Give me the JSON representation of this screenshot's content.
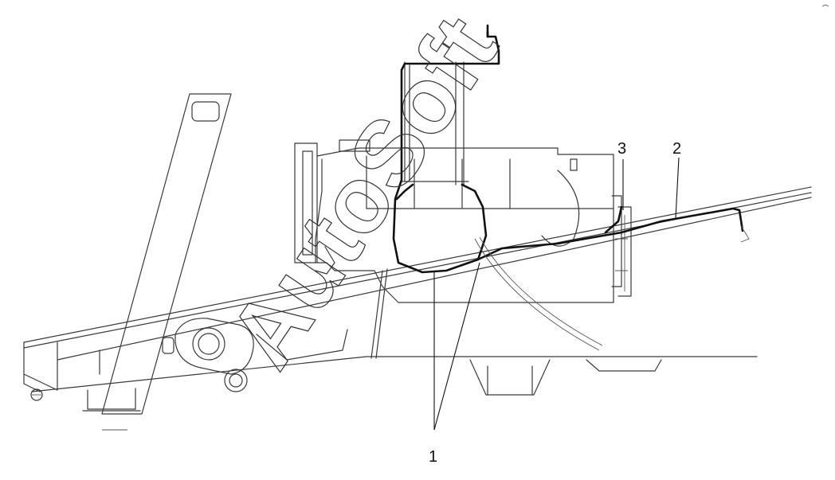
{
  "watermark": {
    "text": "AutoSoft"
  },
  "callouts": [
    {
      "id": "1",
      "label": "1"
    },
    {
      "id": "2",
      "label": "2"
    },
    {
      "id": "3",
      "label": "3"
    }
  ],
  "colors": {
    "line": "#3a3a3a",
    "harness": "#111111",
    "background": "#ffffff"
  }
}
